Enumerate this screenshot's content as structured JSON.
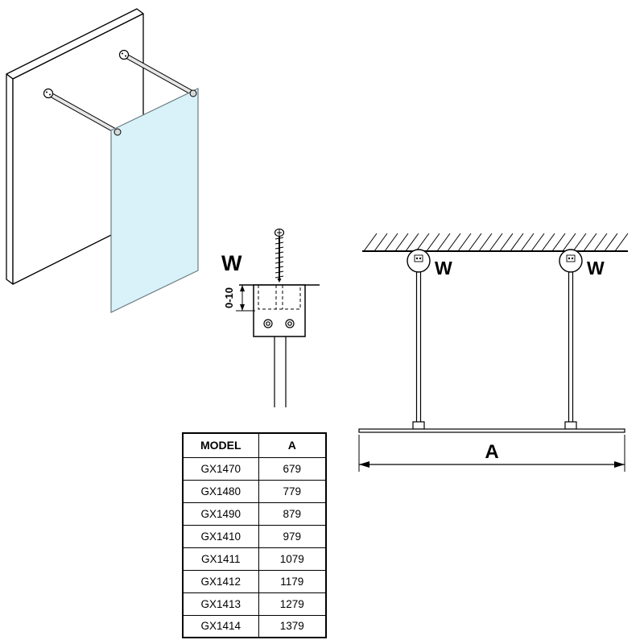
{
  "page": {
    "background_color": "#ffffff"
  },
  "diagrams": {
    "isometric": {
      "glass_color": "#d9f2f9"
    },
    "bracket_detail": {
      "label": "W",
      "adjustment_dimension": "0-10"
    },
    "front_view": {
      "left_mount_label": "W",
      "right_mount_label": "W",
      "width_dimension_label": "A"
    }
  },
  "table": {
    "headers": [
      "MODEL",
      "A"
    ],
    "rows": [
      [
        "GX1470",
        "679"
      ],
      [
        "GX1480",
        "779"
      ],
      [
        "GX1490",
        "879"
      ],
      [
        "GX1410",
        "979"
      ],
      [
        "GX1411",
        "1079"
      ],
      [
        "GX1412",
        "1179"
      ],
      [
        "GX1413",
        "1279"
      ],
      [
        "GX1414",
        "1379"
      ]
    ]
  }
}
